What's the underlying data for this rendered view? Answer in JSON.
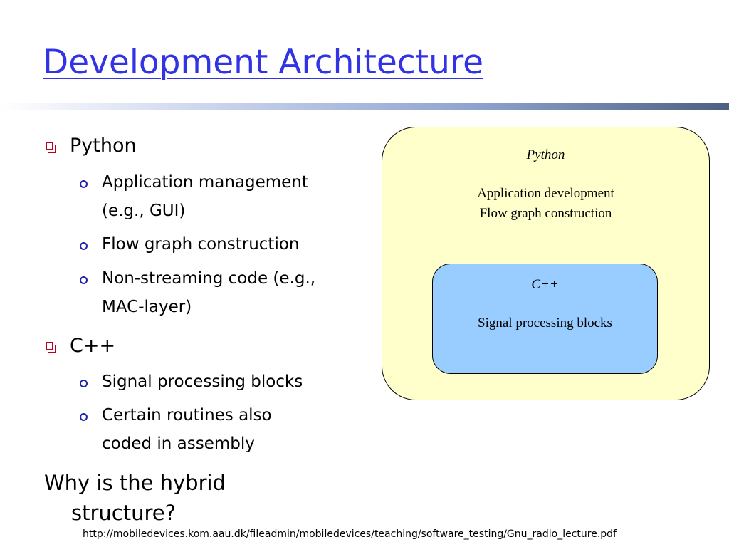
{
  "slide": {
    "title": "Development Architecture"
  },
  "bullets": [
    {
      "label": "Python",
      "sub": [
        {
          "lines": [
            "Application management",
            "(e.g., GUI)"
          ]
        },
        {
          "lines": [
            "Flow graph construction"
          ]
        },
        {
          "lines": [
            "Non-streaming code (e.g.,",
            "MAC-layer)"
          ]
        }
      ]
    },
    {
      "label": "C++",
      "sub": [
        {
          "lines": [
            "Signal processing blocks"
          ]
        },
        {
          "lines": [
            "Certain routines also",
            "coded in assembly"
          ]
        }
      ]
    }
  ],
  "question": {
    "line1": "Why is the hybrid",
    "line2": "structure?"
  },
  "diagram": {
    "outer": {
      "heading": "Python",
      "line1": "Application development",
      "line2": "Flow graph construction"
    },
    "inner": {
      "heading": "C++",
      "line1": "Signal processing blocks"
    }
  },
  "footer": {
    "source_url": "http://mobiledevices.kom.aau.dk/fileadmin/mobiledevices/teaching/software_testing/Gnu_radio_lecture.pdf"
  },
  "colors": {
    "title": "#3333e6",
    "square_bullet": "#b8001f",
    "circle_bullet": "#2222aa",
    "outer_box_fill": "#ffffcc",
    "inner_box_fill": "#99ccff"
  },
  "icons": {
    "level1_bullet": "hollow-square-bullet-icon",
    "level2_bullet": "hollow-circle-bullet-icon"
  }
}
